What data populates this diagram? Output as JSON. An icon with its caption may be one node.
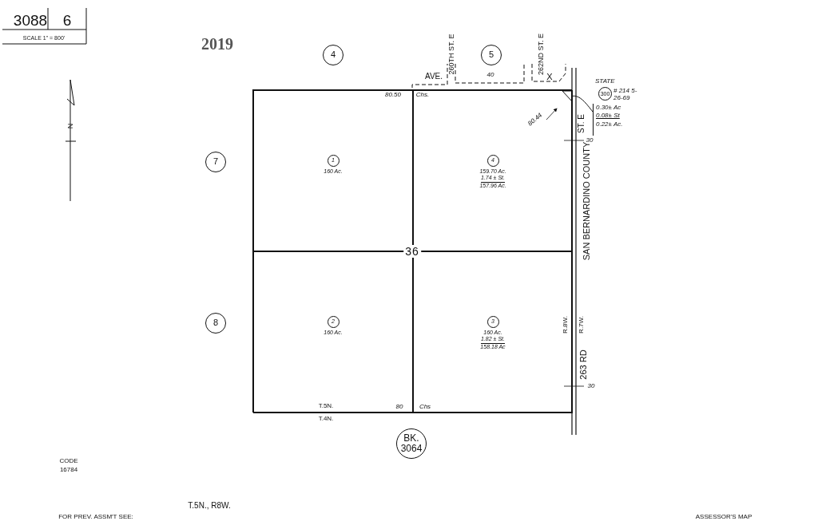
{
  "diagram": {
    "nodes": [
      {
        "text": [
          "36"
        ]
      },
      {
        "text": [
          "1",
          "160 Ac."
        ],
        "in": 0
      },
      {
        "text": [
          "4",
          "159.70 Ac.",
          "1.74 ± St.",
          "157.96 Ac."
        ],
        "in": 0
      },
      {
        "text": [
          "2",
          "160 Ac."
        ],
        "in": 0
      },
      {
        "text": [
          "3",
          "160 Ac.",
          "1.82 ± St.",
          "158.18 Ac"
        ],
        "in": 0
      },
      {
        "text": [
          "4"
        ]
      },
      {
        "text": [
          "5"
        ]
      },
      {
        "text": [
          "7"
        ]
      },
      {
        "text": [
          "8"
        ]
      },
      {
        "text": [
          "BK. 3064"
        ]
      },
      {
        "text": [
          "300"
        ],
        "beside": [
          "STATE",
          "# 214 5-26-69"
        ]
      },
      {
        "text": [
          "0.30± Ac",
          "0.08± St",
          "0.22± Ac."
        ]
      },
      {
        "text": [],
        "shape": "triangle",
        "in": 2
      }
    ],
    "edges": [
      {
        "from": 11,
        "to": 12,
        "arrow": "none"
      }
    ],
    "labels": [
      "3088",
      "6",
      "SCALE 1\" = 800'",
      "2019",
      "N",
      "AVE.",
      "260TH ST. E",
      "262ND ST. E",
      "X",
      "80.50",
      "Chs.",
      "40",
      "80.44",
      "ST. E",
      "30",
      "SAN BERNARDINO COUNTY",
      "R.8W.",
      "R.7W.",
      "263 RD",
      "30",
      "T.5N.",
      "80",
      "Chs",
      "T.4N.",
      "CODE",
      "16784",
      "T.5N., R8W.",
      "FOR PREV. ASSM'T SEE:",
      "ASSESSOR'S MAP"
    ]
  }
}
